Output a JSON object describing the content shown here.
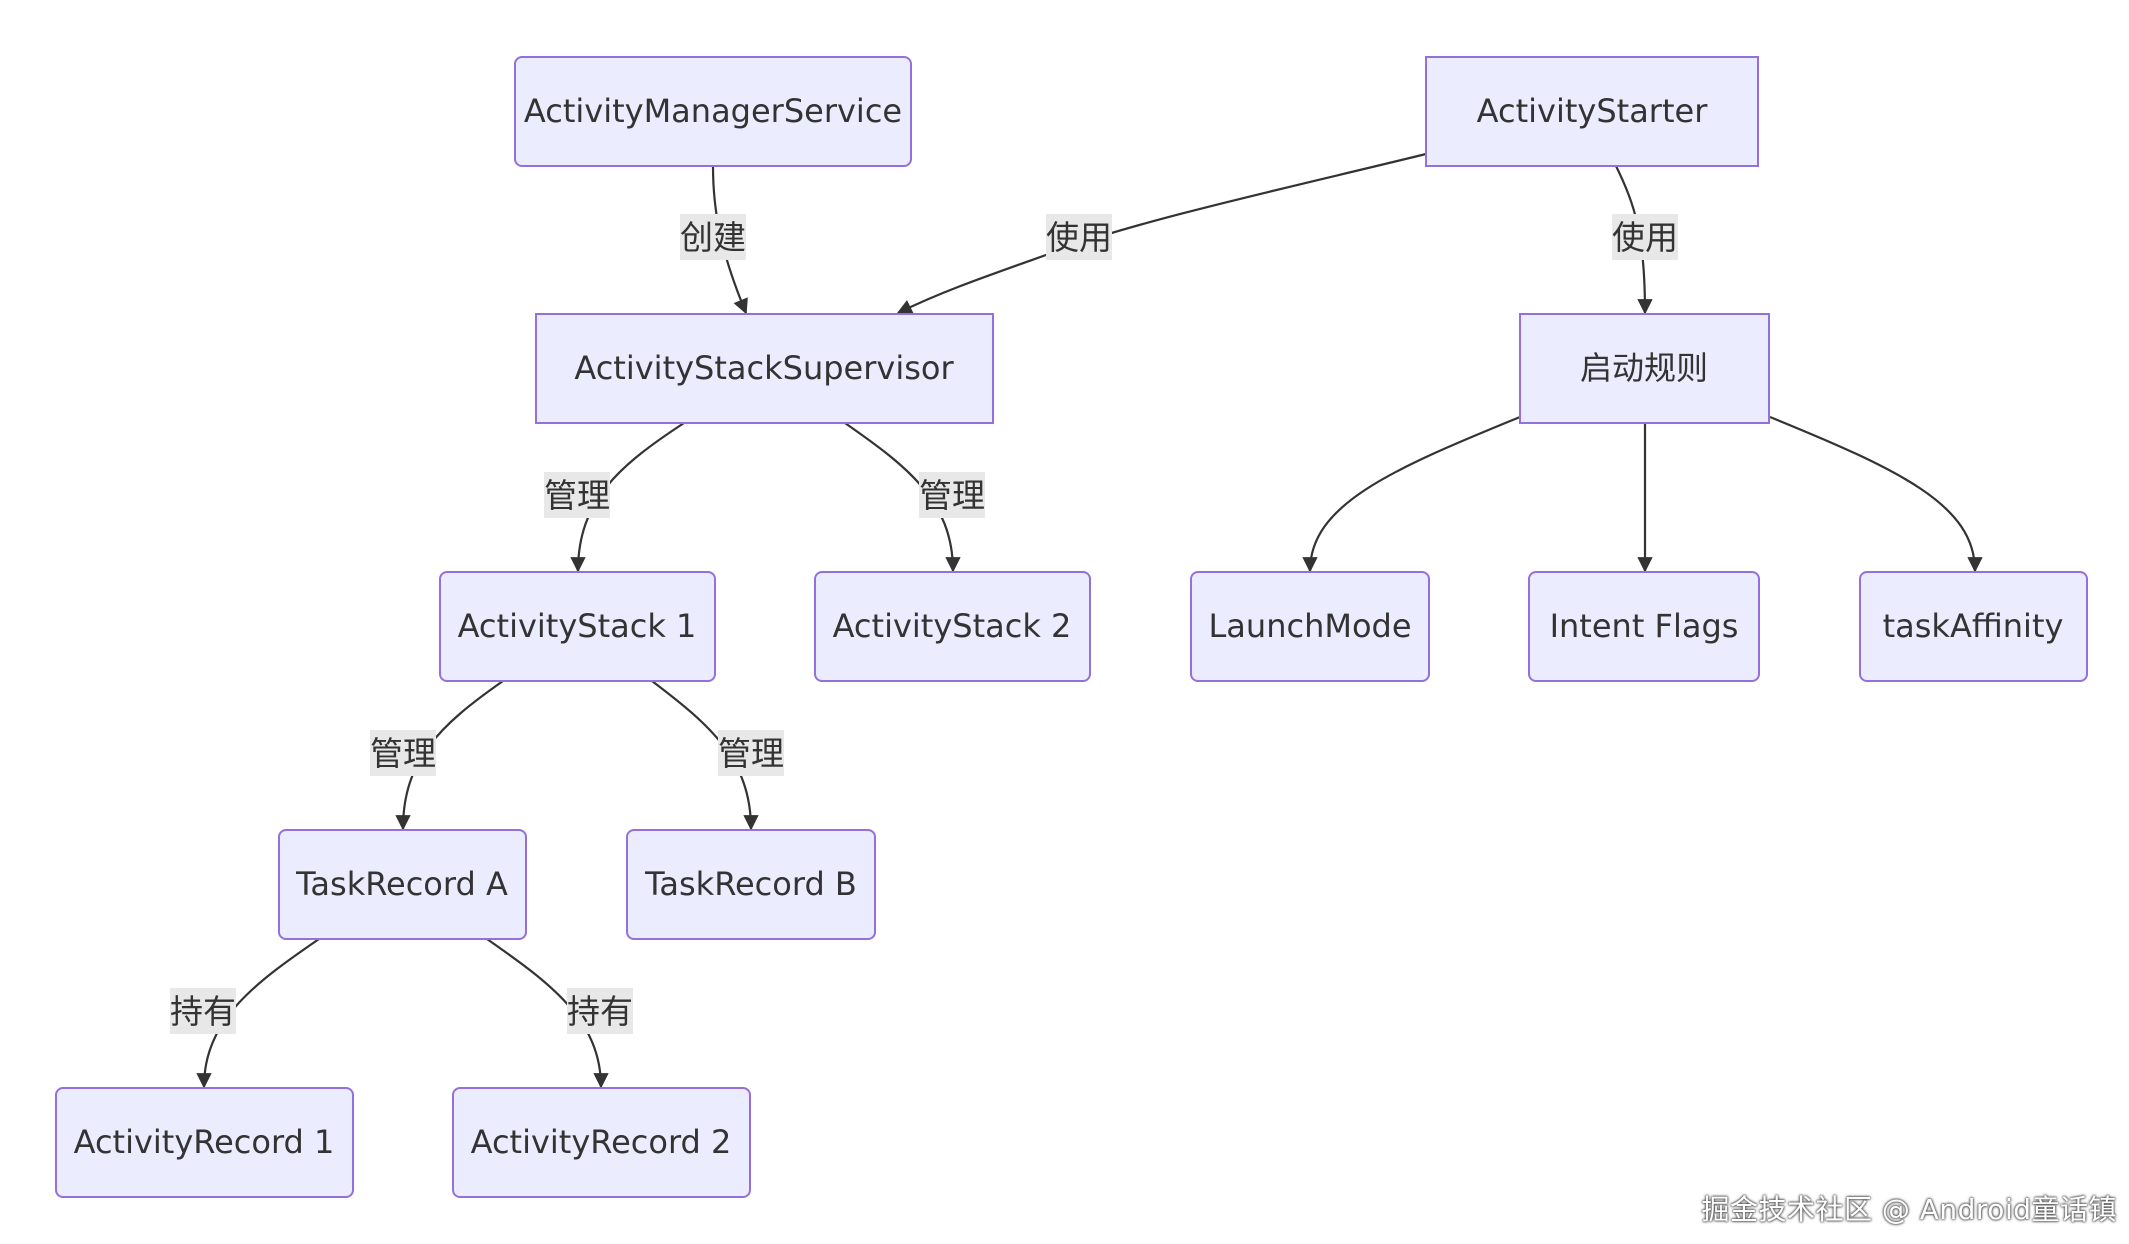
{
  "nodes": {
    "ams": "ActivityManagerService",
    "starter": "ActivityStarter",
    "supervisor": "ActivityStackSupervisor",
    "rules": "启动规则",
    "stack1": "ActivityStack 1",
    "stack2": "ActivityStack 2",
    "launchmode": "LaunchMode",
    "flags": "Intent Flags",
    "affinity": "taskAffinity",
    "taskA": "TaskRecord A",
    "taskB": "TaskRecord B",
    "record1": "ActivityRecord 1",
    "record2": "ActivityRecord 2"
  },
  "edges": {
    "ams_supervisor": "创建",
    "starter_supervisor": "使用",
    "starter_rules": "使用",
    "supervisor_stack1": "管理",
    "supervisor_stack2": "管理",
    "stack1_taskA": "管理",
    "stack1_taskB": "管理",
    "taskA_record1": "持有",
    "taskA_record2": "持有"
  },
  "colors": {
    "node_fill": "#ececff",
    "node_stroke": "#9370db",
    "edge": "#333333",
    "label_bg": "#e8e8e8"
  },
  "watermark": "掘金技术社区 @ Android童话镇"
}
